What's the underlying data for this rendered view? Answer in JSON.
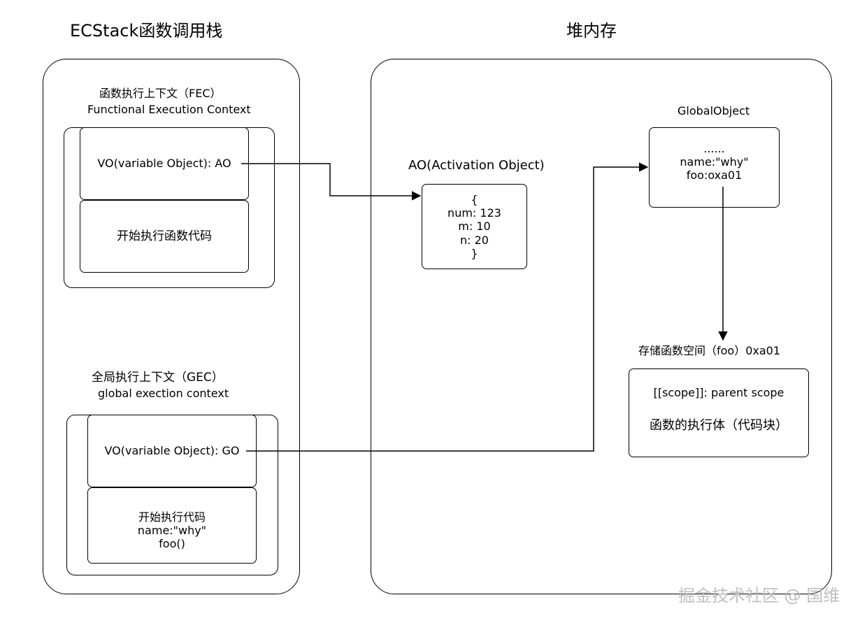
{
  "stack": {
    "title": "ECStack函数调用栈",
    "fec": {
      "title_cn": "函数执行上下文（FEC）",
      "title_en": "Functional Execution Context",
      "vo_label": "VO(variable Object): AO",
      "code_label": "开始执行函数代码"
    },
    "gec": {
      "title_cn": "全局执行上下文（GEC）",
      "title_en": "global exection context",
      "vo_label": "VO(variable Object): GO",
      "code_lines": [
        "开始执行代码",
        "name:\"why\"",
        "foo()"
      ]
    }
  },
  "heap": {
    "title": "堆内存",
    "ao": {
      "title": "AO(Activation Object)",
      "lines": [
        "{",
        "num: 123",
        "m: 10",
        "n: 20",
        "}"
      ]
    },
    "global_object": {
      "title": "GlobalObject",
      "lines": [
        "......",
        "name:\"why\"",
        "foo:oxa01"
      ]
    },
    "foo_space": {
      "title": "存储函数空间（foo）0xa01",
      "scope_line": "[[scope]]: parent scope",
      "body_line": "函数的执行体（代码块）"
    }
  },
  "watermark": "掘金技术社区 @ 国维"
}
